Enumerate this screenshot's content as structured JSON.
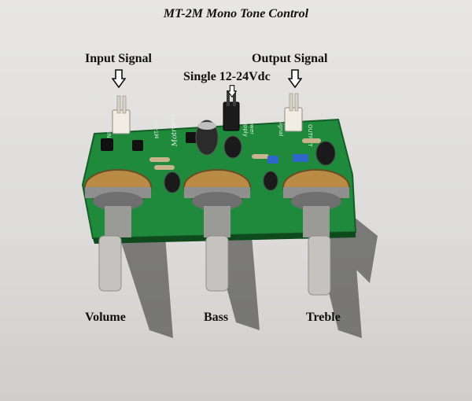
{
  "title": "MT-2M Mono Tone Control",
  "labels": {
    "input_signal": "Input Signal",
    "supply": "Single 12-24Vdc",
    "output_signal": "Output Signal",
    "volume": "Volume",
    "bass": "Bass",
    "treble": "Treble"
  },
  "board": {
    "brand": "Motronix",
    "model": "MT-2M",
    "silk_input": "INPUT",
    "silk_output": "OUTPUT",
    "silk_signal": "Signal",
    "silk_power": "Power",
    "silk_supply": "Supply"
  },
  "colors": {
    "pcb": "#1f8a3c",
    "knob_metal": "#b9b8b4",
    "pot_gold": "#b98b45"
  },
  "icons": {
    "arrow": "down-outline-arrow"
  }
}
